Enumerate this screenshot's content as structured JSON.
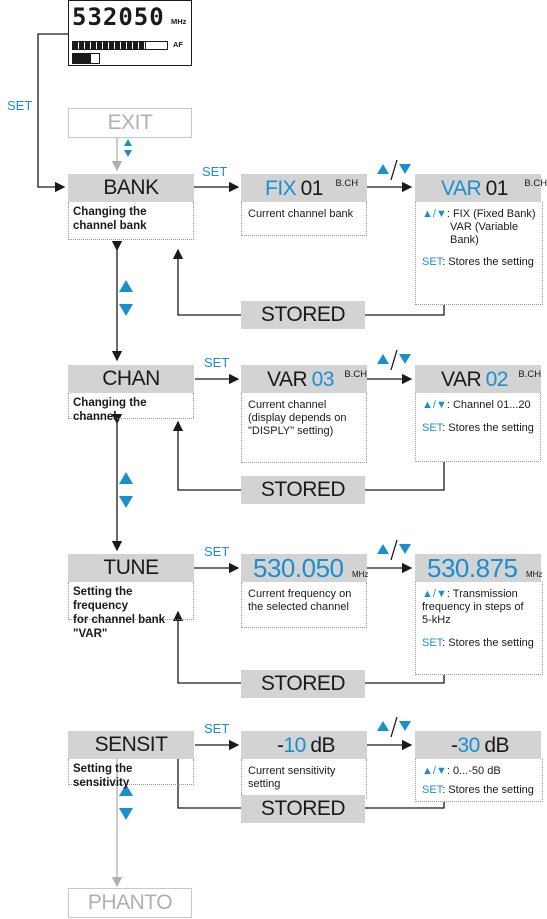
{
  "device_display": {
    "frequency": "532050",
    "freq_unit": "MHz",
    "af_label": "AF"
  },
  "set_label": "SET",
  "exit_label": "EXIT",
  "phanto_label": "PHANTO",
  "stored_label": "STORED",
  "arrows_label": "▲/▼",
  "rows": {
    "bank": {
      "menu": "BANK",
      "desc": "Changing the channel bank",
      "current_prefix": "FIX",
      "current_value": "01",
      "current_tag": "B.CH",
      "current_body": "Current channel bank",
      "new_prefix": "VAR",
      "new_value": "01",
      "new_tag": "B.CH",
      "new_line1": ": FIX (Fixed Bank)",
      "new_line2": "VAR (Variable Bank)",
      "new_store": ": Stores the setting"
    },
    "chan": {
      "menu": "CHAN",
      "desc": "Changing the channel",
      "current_prefix": "VAR",
      "current_value": "03",
      "current_tag": "B.CH",
      "current_body_1": "Current channel",
      "current_body_2": "(display depends on",
      "current_body_3": "\"DISPLY\" setting)",
      "new_prefix": "VAR",
      "new_value": "02",
      "new_tag": "B.CH",
      "new_line1": ": Channel  01...20",
      "new_store": ": Stores the setting"
    },
    "tune": {
      "menu": "TUNE",
      "desc_1": "Setting the frequency",
      "desc_2": "for channel bank \"VAR\"",
      "current_value": "530.050",
      "current_unit": "MHz",
      "current_body_1": "Current frequency on",
      "current_body_2": "the selected channel",
      "new_value": "530.875",
      "new_unit": "MHz",
      "new_line1": ": Transmission",
      "new_line2": "frequency in steps of",
      "new_line3": "5-kHz",
      "new_store": ": Stores the setting"
    },
    "sensit": {
      "menu": "SENSIT",
      "desc": "Setting the sensitivity",
      "current_prefix": "-",
      "current_value": "10",
      "current_unit": "dB",
      "current_body_1": "Current sensitivity",
      "current_body_2": "setting",
      "new_prefix": "-",
      "new_value": "30",
      "new_unit": "dB",
      "new_line1": ":  0...-50 dB",
      "new_store": ": Stores the setting"
    }
  }
}
